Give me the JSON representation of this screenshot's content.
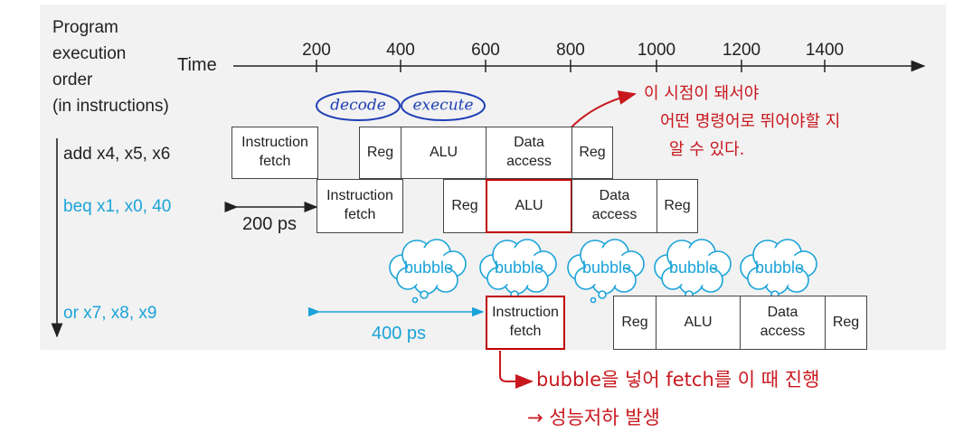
{
  "header": {
    "order_lines": [
      "Program",
      "execution",
      "order",
      "(in instructions)"
    ],
    "time_label": "Time"
  },
  "ticks": [
    "200",
    "400",
    "600",
    "800",
    "1000",
    "1200",
    "1400"
  ],
  "instructions": [
    {
      "label": "add x4, x5, x6",
      "color": "#222222"
    },
    {
      "label": "beq x1, x0, 40",
      "color": "#1aa3d8"
    },
    {
      "label": "or x7, x8, x9",
      "color": "#1aa3d8"
    }
  ],
  "stages": {
    "add": [
      "Instruction\nfetch",
      "Reg",
      "ALU",
      "Data\naccess",
      "Reg"
    ],
    "beq": [
      "Instruction\nfetch",
      "Reg",
      "ALU",
      "Data\naccess",
      "Reg"
    ],
    "or": [
      "Instruction\nfetch",
      "Reg",
      "ALU",
      "Data\naccess",
      "Reg"
    ]
  },
  "bubbles": [
    "bubble",
    "bubble",
    "bubble",
    "bubble",
    "bubble"
  ],
  "spans": {
    "ps200": "200 ps",
    "ps400": "400 ps"
  },
  "annotations": {
    "decode": "decode",
    "execute": "execute",
    "note_top": [
      "이 시점이 돼서야",
      "어떤 명령어로 뛰어야할 지",
      "알 수 있다."
    ],
    "note_bottom": [
      "bubble을 넣어 fetch를 이 때 진행",
      "→ 성능저하 발생"
    ]
  },
  "colors": {
    "annotation_red": "#c8181e",
    "annotation_blue": "#1f3fb5",
    "cyan": "#1aa3d8",
    "highlight_border": "#c00000"
  }
}
